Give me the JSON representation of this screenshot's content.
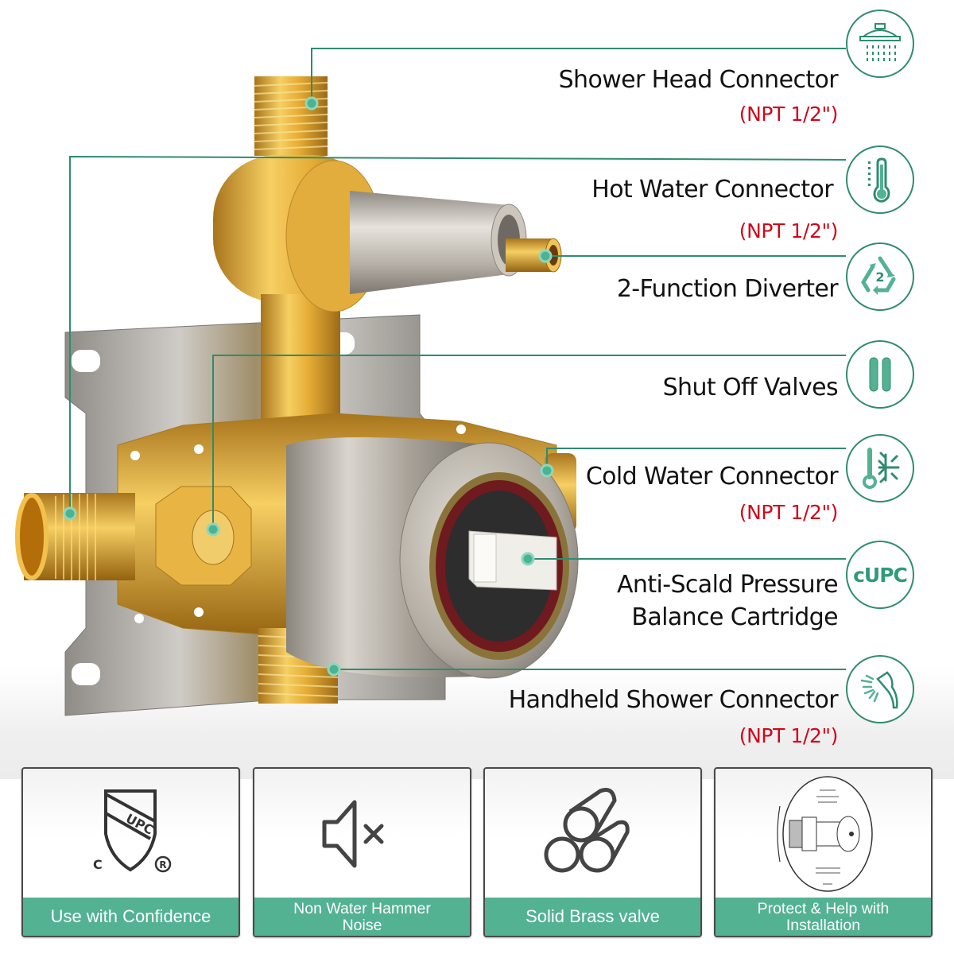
{
  "colors": {
    "accent_green": "#2f8c70",
    "icon_fill_green": "#53b291",
    "npt_red": "#d0061a",
    "brass": "#e0a82e",
    "chrome": "#bdb8b0"
  },
  "callouts": [
    {
      "title": "Shower Head Connector",
      "spec": "(NPT 1/2\")",
      "icon": "shower-head-icon"
    },
    {
      "title": "Hot Water Connector",
      "spec": "(NPT 1/2\")",
      "icon": "thermometer-hot-icon"
    },
    {
      "title": "2-Function Diverter",
      "icon": "recycle-2-icon"
    },
    {
      "title": "Shut Off Valves",
      "icon": "pause-bars-icon"
    },
    {
      "title": "Cold Water Connector",
      "spec": "(NPT 1/2\")",
      "icon": "thermometer-snowflake-icon"
    },
    {
      "title_line1": "Anti-Scald Pressure",
      "title_line2": "Balance Cartridge",
      "icon": "cupc-badge",
      "icon_text": "cUPC"
    },
    {
      "title": "Handheld Shower Connector",
      "spec": "(NPT 1/2\")",
      "icon": "handheld-shower-icon"
    }
  ],
  "features": [
    {
      "label": "Use with Confidence",
      "icon": "upc-shield-icon",
      "mark_c": "C",
      "mark_r": "R",
      "shield_text": "UPC"
    },
    {
      "label_line1": "Non Water Hammer",
      "label_line2": "Noise",
      "icon": "mute-speaker-icon"
    },
    {
      "label": "Solid Brass valve",
      "icon": "brass-pipes-icon"
    },
    {
      "label_line1": "Protect & Help with",
      "label_line2": "Installation",
      "icon": "plaster-guard-icon"
    }
  ]
}
